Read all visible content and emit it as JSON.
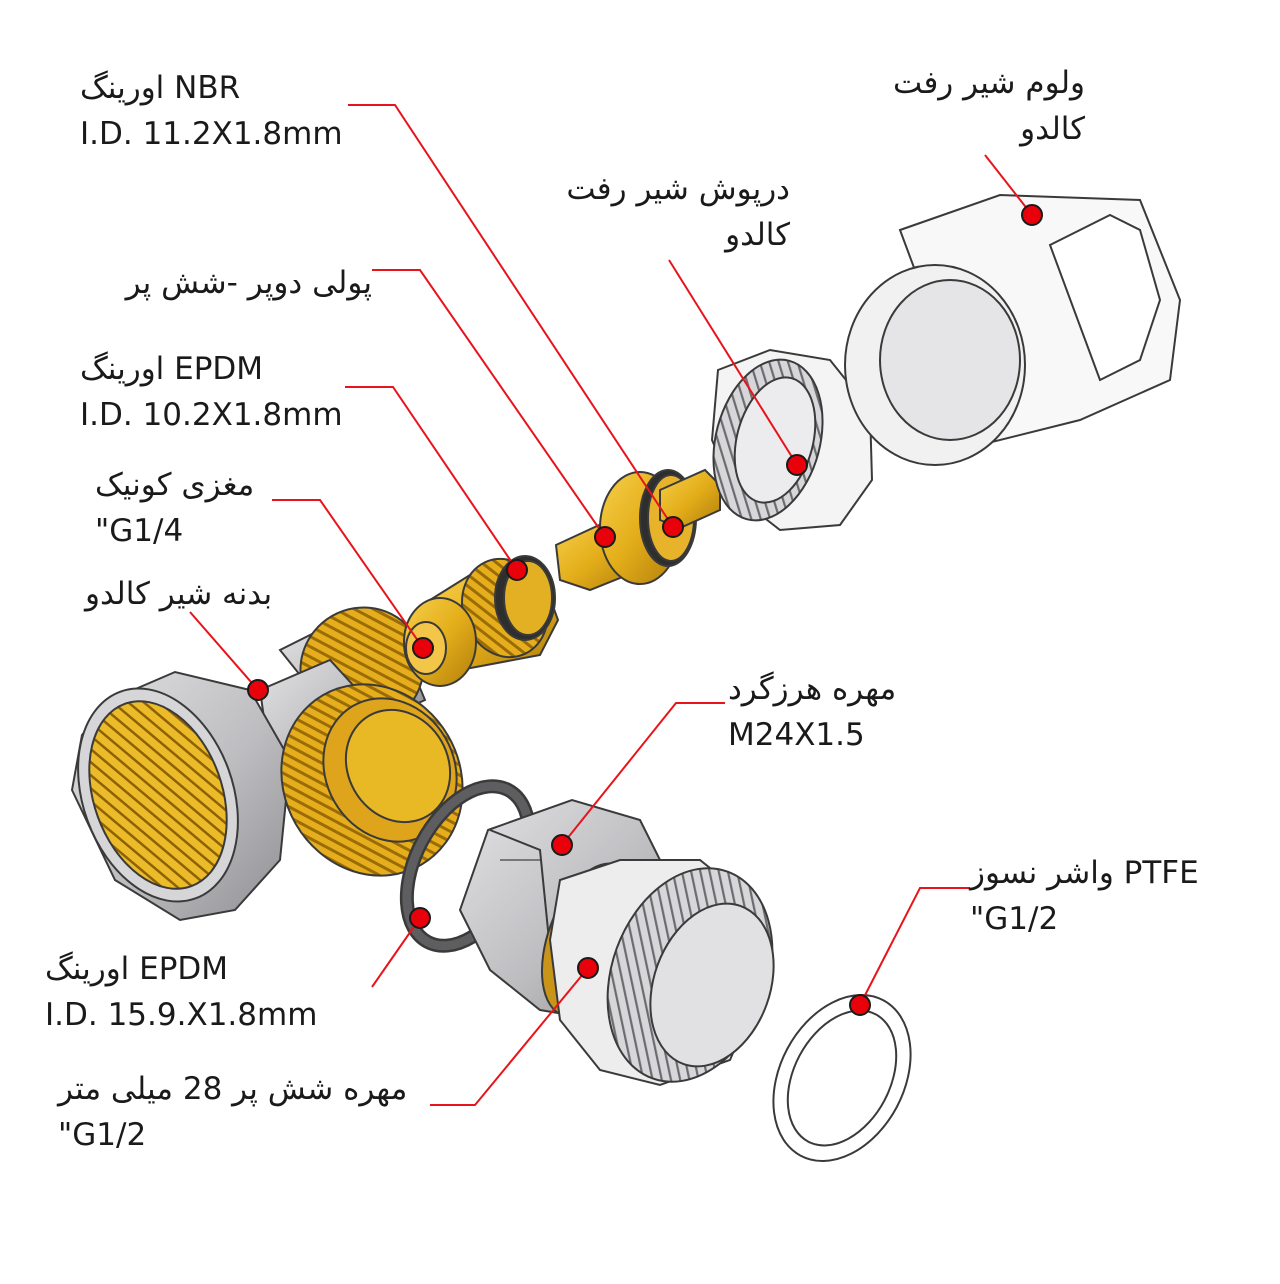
{
  "colors": {
    "leader": "#e8141b",
    "marker_fill": "#e8000a",
    "marker_stroke": "#1a1a1a",
    "silver": "#c9c9cb",
    "silver_dark": "#9c9c9f",
    "brass": "#e7b21a",
    "brass_dark": "#b58410",
    "white_part": "#f7f7f7",
    "outline": "#3a3a3a"
  },
  "labels": {
    "nbr_oring": {
      "line1": "اورینگ NBR",
      "line2": "I.D. 11.2X1.8mm"
    },
    "volume": {
      "line1": "ولوم شیر رفت",
      "line2": "کالدو"
    },
    "cap": {
      "line1": "درپوش شیر رفت",
      "line2": "کالدو"
    },
    "pulley": {
      "line1": "پولی دوپر -شش پر"
    },
    "epdm_oring_small": {
      "line1": "اورینگ EPDM",
      "line2": "I.D. 10.2X1.8mm"
    },
    "cone_core": {
      "line1": "مغزی کونیک",
      "line2": "\"G1/4"
    },
    "valve_body": {
      "line1": "بدنه شیر کالدو"
    },
    "union_nut": {
      "line1": "مهره هرزگرد",
      "line2": "M24X1.5"
    },
    "ptfe_washer": {
      "line1": "واشر نسوز PTFE",
      "line2": "\"G1/2"
    },
    "epdm_oring_large": {
      "line1": "اورینگ EPDM",
      "line2": "I.D. 15.9.X1.8mm"
    },
    "hex_nut": {
      "line1": "مهره شش پر 28 میلی متر",
      "line2": "\"G1/2"
    }
  }
}
